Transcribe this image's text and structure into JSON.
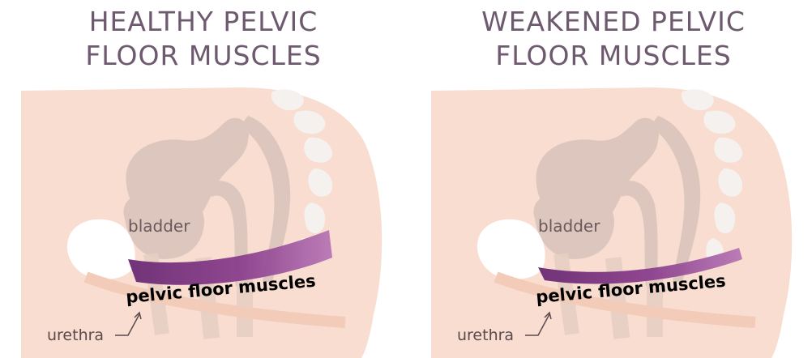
{
  "panels": [
    {
      "title_line1": "HEALTHY PELVIC",
      "title_line2": "FLOOR MUSCLES",
      "labels": {
        "bladder": "bladder",
        "muscles": "pelvic floor muscles",
        "urethra": "urethra"
      },
      "muscle_state": "healthy"
    },
    {
      "title_line1": "WEAKENED PELVIC",
      "title_line2": "FLOOR MUSCLES",
      "labels": {
        "bladder": "bladder",
        "muscles": "pelvic floor muscles",
        "urethra": "urethra"
      },
      "muscle_state": "weakened"
    }
  ],
  "colors": {
    "title": "#6e5a6e",
    "skin": "#f8ddd0",
    "organ": "#dcc6bd",
    "bone": "#f5f1ee",
    "muscle_dark": "#6a2a73",
    "muscle_light": "#b877b5"
  }
}
